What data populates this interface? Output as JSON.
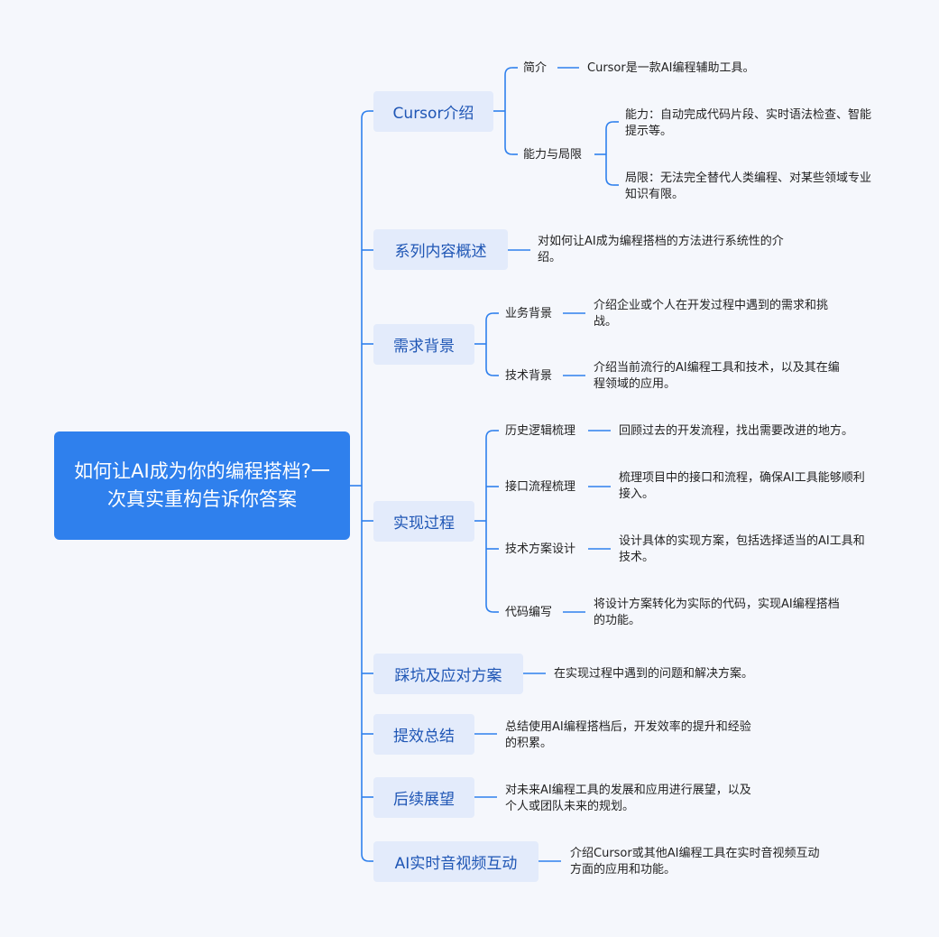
{
  "colors": {
    "line": "#2f80ed",
    "root_bg": "#2f80ed",
    "topic_bg": "#e3ebfb",
    "topic_text": "#1f56b5"
  },
  "root": "如何让AI成为你的编程搭档?一次真实重构告诉你答案",
  "topics": [
    {
      "label": "Cursor介绍",
      "children": [
        {
          "label": "简介",
          "desc": "Cursor是一款AI编程辅助工具。"
        },
        {
          "label": "能力与局限",
          "children": [
            "能力：自动完成代码片段、实时语法检查、智能提示等。",
            "局限：无法完全替代人类编程、对某些领域专业知识有限。"
          ]
        }
      ]
    },
    {
      "label": "系列内容概述",
      "desc": "对如何让AI成为编程搭档的方法进行系统性的介绍。"
    },
    {
      "label": "需求背景",
      "children": [
        {
          "label": "业务背景",
          "desc": "介绍企业或个人在开发过程中遇到的需求和挑战。"
        },
        {
          "label": "技术背景",
          "desc": "介绍当前流行的AI编程工具和技术，以及其在编程领域的应用。"
        }
      ]
    },
    {
      "label": "实现过程",
      "children": [
        {
          "label": "历史逻辑梳理",
          "desc": "回顾过去的开发流程，找出需要改进的地方。"
        },
        {
          "label": "接口流程梳理",
          "desc": "梳理项目中的接口和流程，确保AI工具能够顺利接入。"
        },
        {
          "label": "技术方案设计",
          "desc": "设计具体的实现方案，包括选择适当的AI工具和技术。"
        },
        {
          "label": "代码编写",
          "desc": "将设计方案转化为实际的代码，实现AI编程搭档的功能。"
        }
      ]
    },
    {
      "label": "踩坑及应对方案",
      "desc": "在实现过程中遇到的问题和解决方案。"
    },
    {
      "label": "提效总结",
      "desc": "总结使用AI编程搭档后，开发效率的提升和经验的积累。"
    },
    {
      "label": "后续展望",
      "desc": "对未来AI编程工具的发展和应用进行展望，以及个人或团队未来的规划。"
    },
    {
      "label": "AI实时音视频互动",
      "desc": "介绍Cursor或其他AI编程工具在实时音视频互动方面的应用和功能。"
    }
  ]
}
